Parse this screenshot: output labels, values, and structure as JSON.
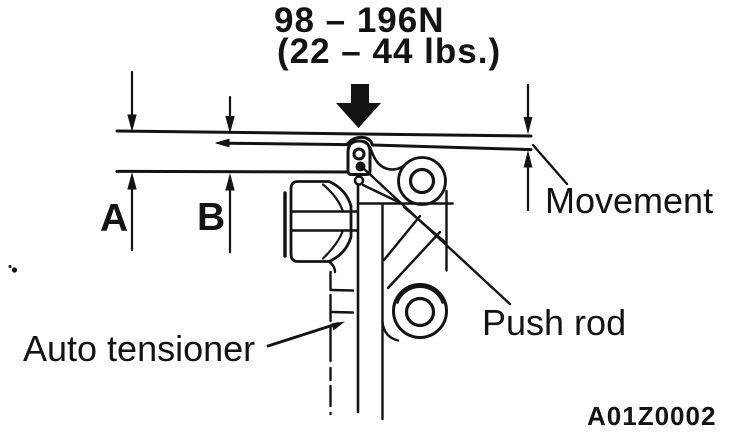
{
  "diagram": {
    "title_hint": "Auto tensioner push rod check",
    "force": {
      "newtons": "98 – 196N",
      "pounds": "(22 – 44 lbs.)"
    },
    "dims": {
      "a": "A",
      "b": "B",
      "movement": "Movement"
    },
    "parts": {
      "auto_tensioner": "Auto tensioner",
      "push_rod": "Push rod"
    },
    "code": "A01Z0002"
  },
  "colors": {
    "ink": "#131313",
    "paper": "#ffffff"
  }
}
